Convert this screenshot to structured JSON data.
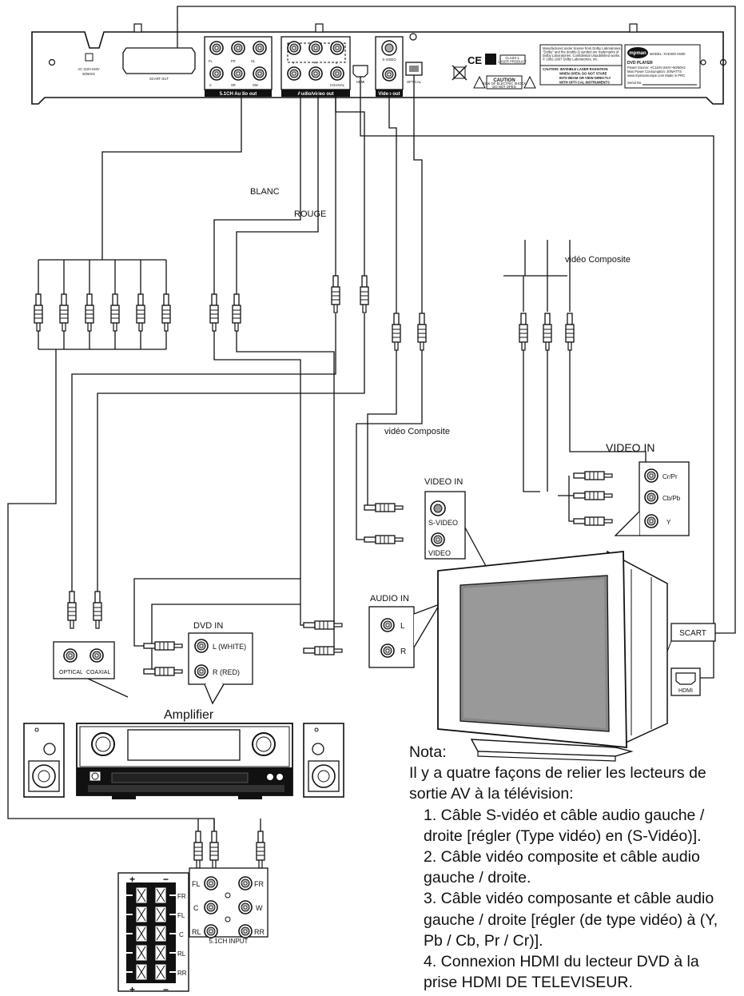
{
  "player": {
    "ac_line1": "AC 110V-240V",
    "ac_line2": "50/60Hz",
    "scart_out": "SCART OUT",
    "jacks_51": [
      "FL",
      "FR",
      "SL",
      "C",
      "SR",
      "SW"
    ],
    "jacks_av": [
      "V",
      "R",
      "L",
      "COAXIAL"
    ],
    "section_51": "5.1CH Audio out",
    "section_av": "Audio/video out",
    "hdmi": "HDMI",
    "video_out": "Video out",
    "s_video_small": "S-VIDEO",
    "optical_small": "OPTICAL",
    "dolby_text": [
      "Manufactured under license from Dolby Laboratories.",
      "\"Dolby\" and the double-D symbol are trademarks of",
      "Dolby Laboratories. Confidential Unpublished works.",
      "© 1992-1997 Dolby Laboratories, Inc."
    ],
    "laser_text": [
      "CAUTION: INVISIBLE LASER RADIATION",
      "WHEN OPEN. DO NOT STARE",
      "INTO BEAM OR VIEW DIRECTLY",
      "WITH OPTI CAL INSTRUMENTS"
    ],
    "caution": "CAUTION",
    "caution_sub": [
      "RISK OF ELECTRIC SHOCK",
      "DO NOT OPEN"
    ],
    "class_label": [
      "CLASS 1",
      "LASER PRODUCT"
    ],
    "brand": "mpman",
    "model": "MODEL: XVD400 HS00",
    "dvd_player": "DVD PLAYER",
    "specs": [
      "Power Source: AC110V-240V~50/60Hz",
      "Max Power Consumption: 20WATTS",
      "www.mpmaneurope.com   Made in PRC"
    ],
    "serial": "Serial  No."
  },
  "labels": {
    "blanc": "BLANC",
    "rouge": "ROUGE",
    "video_composite_1": "vidéo Composite",
    "video_composite_2": "vidéo Composite",
    "video_in_comp": "VIDEO IN",
    "cr_pr": "Cr/Pr",
    "cb_pb": "Cb/Pb",
    "y": "Y",
    "video_in_s": "VIDEO IN",
    "s_video": "S-VIDEO",
    "video": "VIDEO",
    "audio_in": "AUDIO IN",
    "l": "L",
    "r": "R",
    "dvd_in": "DVD IN",
    "l_white": "L (WHITE)",
    "r_red": "R (RED)",
    "optical": "OPTICAL",
    "coaxial": "COAXIAL",
    "amplifier": "Amplifier",
    "scart": "SCART",
    "hdmi": "HDMI",
    "input_51": "5.1CH INPUT",
    "fl": "FL",
    "fr": "FR",
    "c": "C",
    "w": "W",
    "rl": "RL",
    "rr": "RR",
    "spk_fr": "FR",
    "spk_fl": "FL",
    "spk_c": "C",
    "spk_rl": "RL",
    "spk_rr": "RR",
    "plus": "+",
    "minus": "−"
  },
  "note": {
    "title": "Nota:",
    "intro": "Il y a quatre façons de relier les lecteurs de sortie AV à la télévision:",
    "items": [
      "1. Câble S-vidéo et câble audio gauche / droite [régler (Type vidéo) en (S-Vidéo)].",
      "2. Câble vidéo composite et câble audio gauche / droite.",
      "3. Câble vidéo composante et câble audio gauche / droite [régler (de type vidéo) à (Y, Pb / Cb, Pr / Cr)].",
      "4. Connexion HDMI du lecteur DVD à la prise HDMI DE TELEVISEUR."
    ]
  }
}
